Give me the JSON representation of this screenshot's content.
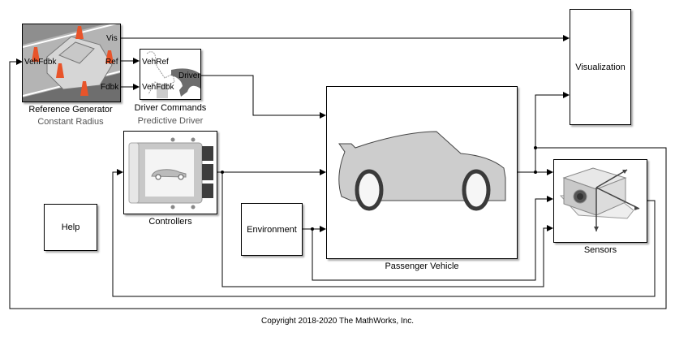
{
  "blocks": {
    "reference_generator": {
      "name": "Reference Generator",
      "variant": "Constant Radius",
      "ports": {
        "in": [
          "VehFdbk"
        ],
        "out": [
          "Vis",
          "Ref",
          "Fdbk"
        ]
      }
    },
    "driver_commands": {
      "name": "Driver Commands",
      "variant": "Predictive Driver",
      "ports": {
        "in": [
          "VehRef",
          "VehFdbk"
        ],
        "out": [
          "Driver"
        ]
      }
    },
    "controllers": {
      "name": "Controllers"
    },
    "passenger_vehicle": {
      "name": "Passenger Vehicle"
    },
    "environment": {
      "name": "Environment"
    },
    "sensors": {
      "name": "Sensors"
    },
    "visualization": {
      "name": "Visualization"
    },
    "help": {
      "name": "Help"
    }
  },
  "footer": {
    "copyright": "Copyright 2018-2020 The MathWorks, Inc."
  }
}
